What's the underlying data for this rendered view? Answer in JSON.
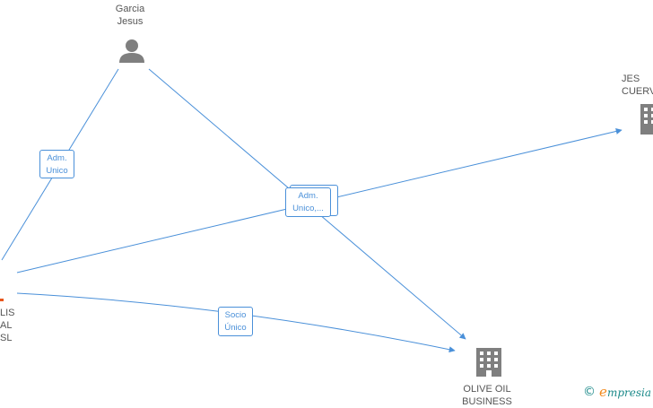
{
  "nodes": {
    "garcia": {
      "label": "Garcia\nJesus",
      "type": "person"
    },
    "jesus_cuervo": {
      "label": "JES\nCUERV",
      "type": "company"
    },
    "left_company": {
      "label": "LIS\nAL\nSL",
      "type": "company-highlighted"
    },
    "olive_oil": {
      "label": "OLIVE OIL\nBUSINESS",
      "type": "company"
    }
  },
  "edges": [
    {
      "label": "Adm.\nUnico"
    },
    {
      "label": "Adm.\nUnico,..."
    },
    {
      "label": "Socio\nÚnico"
    }
  ],
  "watermark": {
    "symbol": "©",
    "brand_first": "e",
    "brand_rest": "mpresia"
  },
  "colors": {
    "edge": "#4a90d9",
    "icon": "#7f7f7f",
    "highlight": "#e8561c"
  }
}
